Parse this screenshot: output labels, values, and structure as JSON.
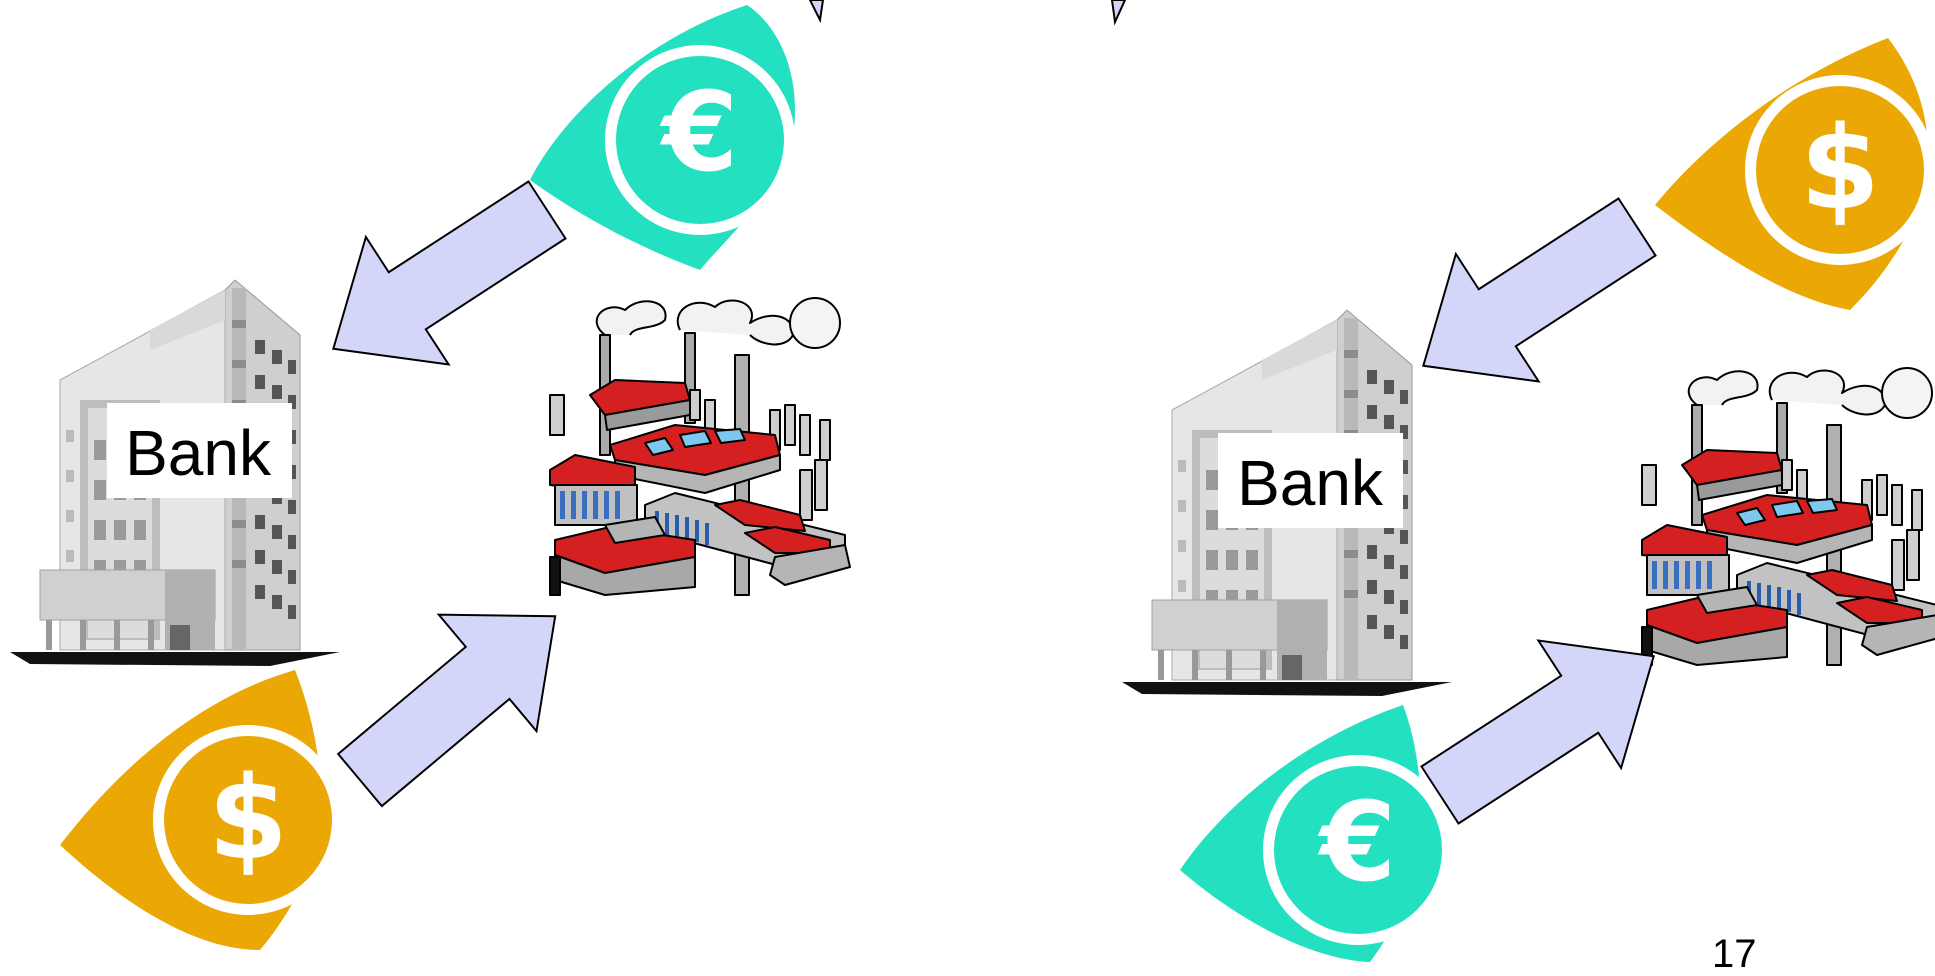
{
  "slide": {
    "page_number": "17",
    "left_scene": {
      "bank_label": "Bank"
    },
    "right_scene": {
      "bank_label": "Bank"
    }
  },
  "currency_badges": {
    "euro": {
      "symbol": "€",
      "color": "#22E0C0",
      "icon": "euro-coin-icon"
    },
    "dollar": {
      "symbol": "$",
      "color": "#EBA805",
      "icon": "dollar-coin-icon"
    }
  },
  "arrow_color": "#D4D6F9",
  "factory_roof_color": "#D42020"
}
